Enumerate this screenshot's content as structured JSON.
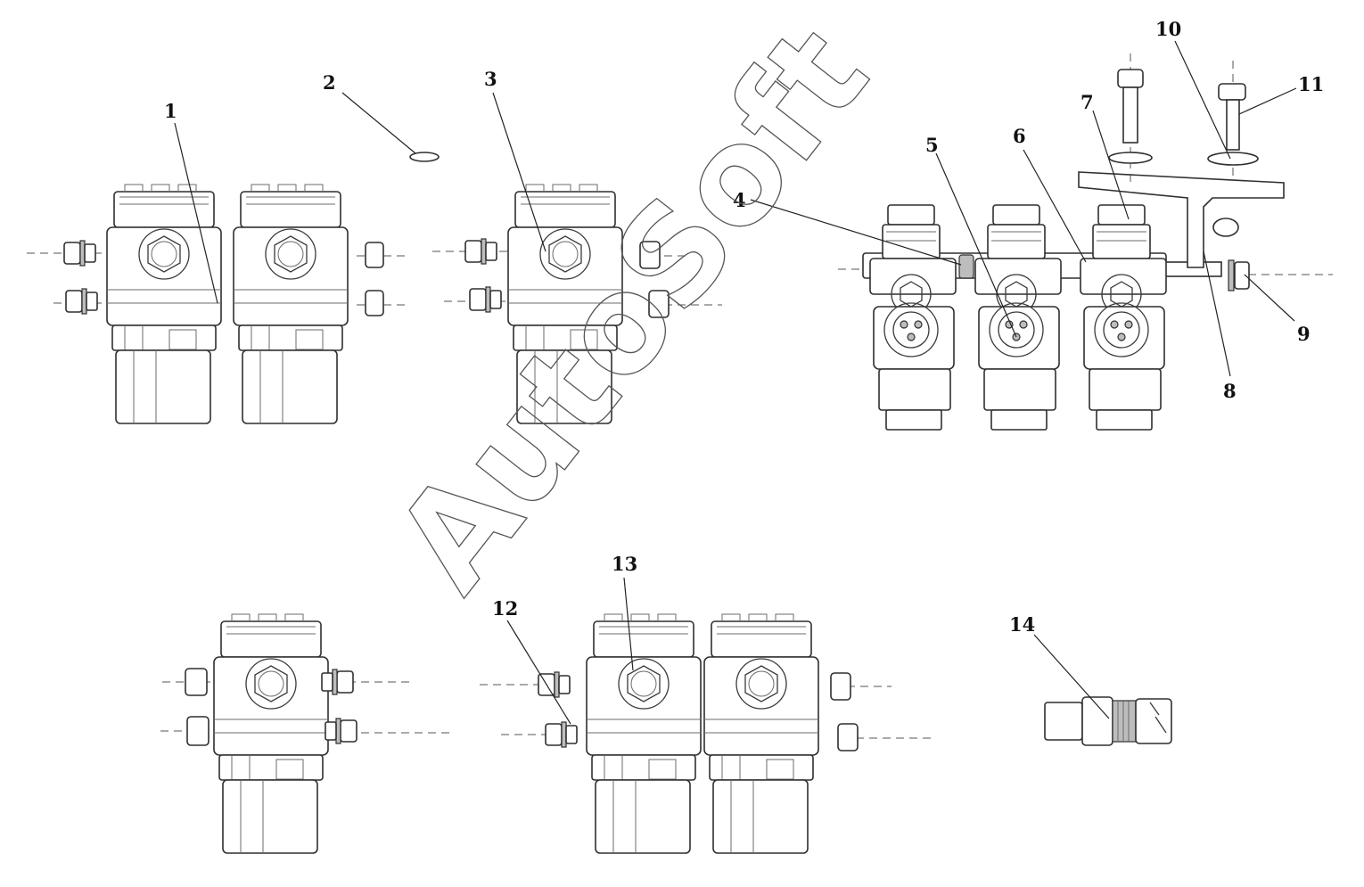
{
  "callouts": [
    "1",
    "2",
    "3",
    "4",
    "5",
    "6",
    "7",
    "8",
    "9",
    "10",
    "11",
    "12",
    "13",
    "14"
  ],
  "watermark": "AutoSoft"
}
